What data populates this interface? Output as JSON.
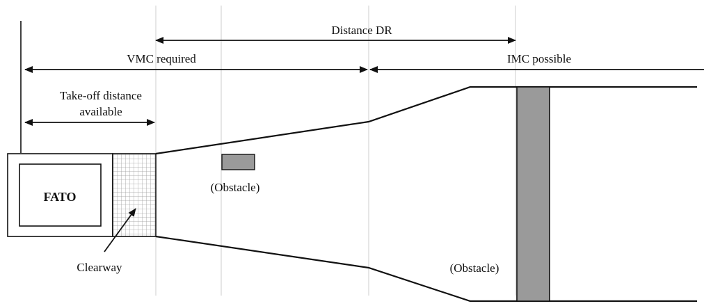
{
  "diagram": {
    "labels": {
      "distance_dr": "Distance DR",
      "vmc_required": "VMC required",
      "imc_possible": "IMC possible",
      "takeoff_line1": "Take-off distance",
      "takeoff_line2": "available",
      "fato": "FATO",
      "obstacle_small": "(Obstacle)",
      "obstacle_large": "(Obstacle)",
      "clearway": "Clearway"
    },
    "colors": {
      "line": "#111111",
      "guide": "#d6d6d6",
      "obstacle_fill": "#9a9a9a",
      "clearway_grid": "#9a9a9a"
    }
  }
}
